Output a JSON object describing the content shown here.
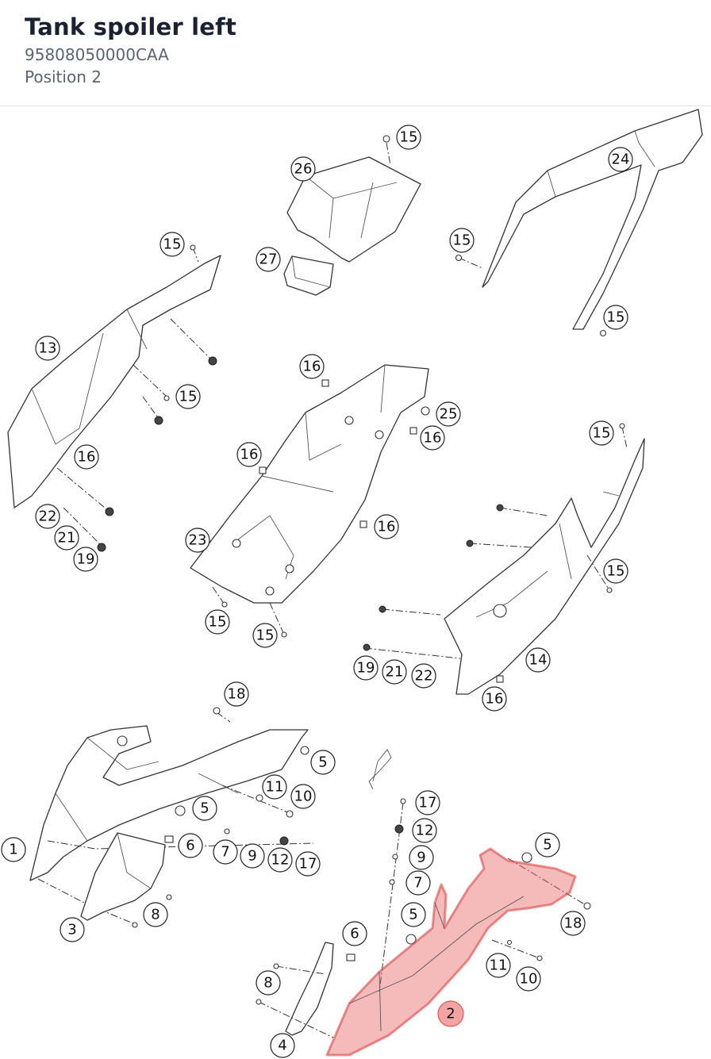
{
  "header": {
    "title": "Tank spoiler left",
    "part_number": "95808050000CAA",
    "position": "Position 2"
  },
  "highlight_color": "#e85a5a",
  "callouts": [
    "15",
    "26",
    "24",
    "27",
    "15",
    "15",
    "15",
    "13",
    "15",
    "16",
    "16",
    "25",
    "16",
    "16",
    "15",
    "16",
    "22",
    "21",
    "19",
    "23",
    "16",
    "15",
    "15",
    "15",
    "15",
    "19",
    "21",
    "22",
    "14",
    "16",
    "18",
    "5",
    "11",
    "10",
    "5",
    "1",
    "6",
    "7",
    "9",
    "12",
    "17",
    "3",
    "8",
    "17",
    "12",
    "9",
    "7",
    "5",
    "5",
    "18",
    "6",
    "11",
    "10",
    "8",
    "2",
    "4"
  ]
}
